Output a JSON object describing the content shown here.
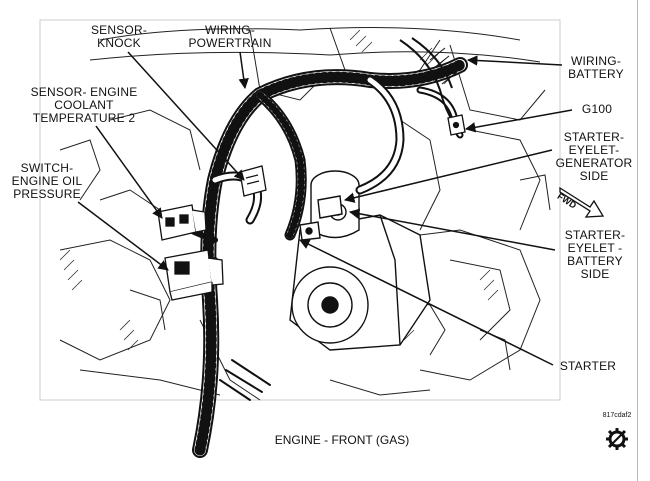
{
  "labels": {
    "knock": [
      "SENSOR-",
      "KNOCK"
    ],
    "powertrain": [
      "WIRING-",
      "POWERTRAIN"
    ],
    "battery_wire": [
      "WIRING-",
      "BATTERY"
    ],
    "ect": [
      "SENSOR- ENGINE",
      "COOLANT",
      "TEMPERATURE 2"
    ],
    "g100": [
      "G100"
    ],
    "gen_side": [
      "STARTER-",
      "EYELET-",
      "GENERATOR",
      "SIDE"
    ],
    "oil": [
      "SWITCH-",
      "ENGINE OIL",
      "PRESSURE"
    ],
    "batt_side": [
      "STARTER-",
      "EYELET -",
      "BATTERY",
      "SIDE"
    ],
    "starter": [
      "STARTER"
    ]
  },
  "caption": "ENGINE - FRONT  (GAS)",
  "figure_code": "817cdaf2",
  "fwd": "FWD",
  "icons": [
    "fwd-arrow-icon",
    "gear-service-icon"
  ],
  "colors": {
    "line": "#111111",
    "frame": "#b8b8b8"
  }
}
